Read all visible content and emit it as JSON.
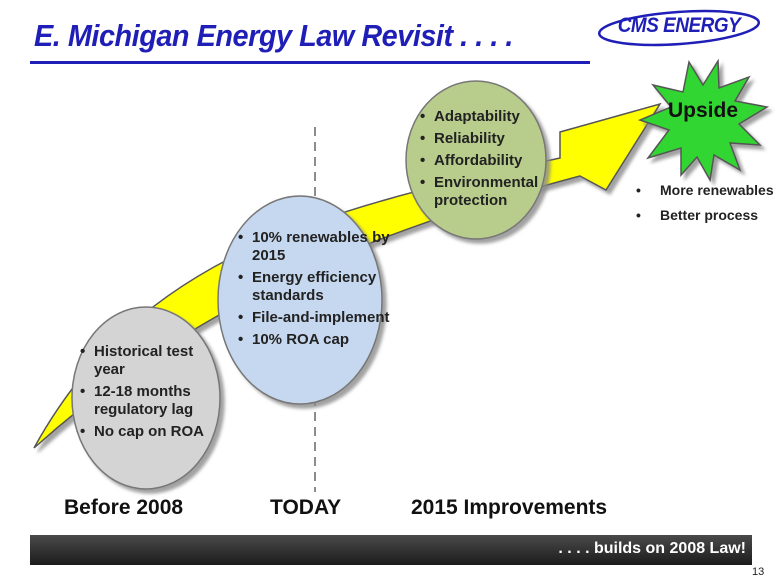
{
  "slide": {
    "title": "E. Michigan Energy Law Revisit . . . .",
    "logo_text": "CMS ENERGY",
    "page_number": "13"
  },
  "colors": {
    "title_blue": "#1f1fb8",
    "arrow_yellow": "#ffff00",
    "gray_bubble": "#d4d4d4",
    "blue_bubble": "#c6d8ef",
    "green_bubble": "#b8cc8c",
    "starburst_green": "#33d633",
    "footer_dark": "#2a2a2a"
  },
  "bubbles": {
    "before": {
      "items": [
        "Historical test year",
        "12-18 months regulatory lag",
        "No cap on ROA"
      ]
    },
    "today": {
      "items": [
        "10% renewables by 2015",
        "Energy efficiency standards",
        "File-and-implement",
        "10% ROA cap"
      ]
    },
    "improvements": {
      "items": [
        "Adaptability",
        "Reliability",
        "Affordability",
        "Environmental protection"
      ]
    }
  },
  "upside": {
    "label": "Upside",
    "items": [
      "More renewables",
      "Better process"
    ]
  },
  "stages": {
    "before": "Before 2008",
    "today": "TODAY",
    "improvements": "2015 Improvements"
  },
  "footer": {
    "text": ". . . . builds on 2008 Law!"
  }
}
